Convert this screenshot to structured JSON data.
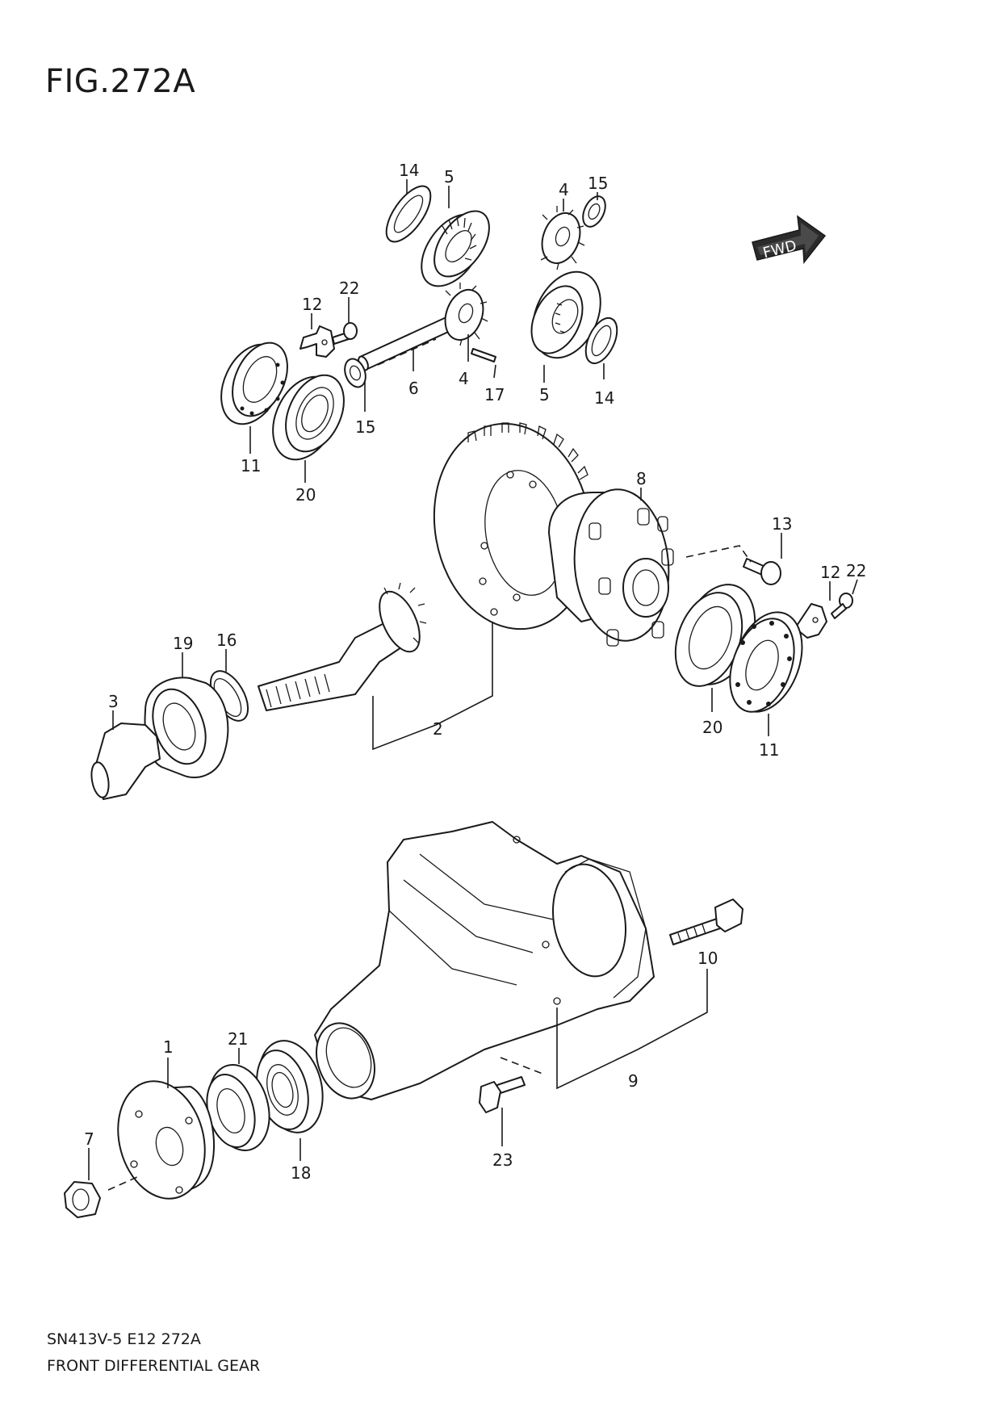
{
  "figure": {
    "title": "FIG.272A",
    "model_code": "SN413V-5 E12 272A",
    "name": "FRONT DIFFERENTIAL GEAR",
    "fwd_label": "FWD"
  },
  "callouts": {
    "c14a": "14",
    "c5a": "5",
    "c4a": "4",
    "c15a": "15",
    "c12a": "12",
    "c22a": "22",
    "c6": "6",
    "c4b": "4",
    "c17": "17",
    "c5b": "5",
    "c14b": "14",
    "c15b": "15",
    "c11a": "11",
    "c20a": "20",
    "c8": "8",
    "c13": "13",
    "c12b": "12",
    "c22b": "22",
    "c19": "19",
    "c16": "16",
    "c3": "3",
    "c2": "2",
    "c20b": "20",
    "c11b": "11",
    "c10": "10",
    "c9": "9",
    "c1": "1",
    "c21": "21",
    "c7": "7",
    "c18": "18",
    "c23": "23"
  }
}
